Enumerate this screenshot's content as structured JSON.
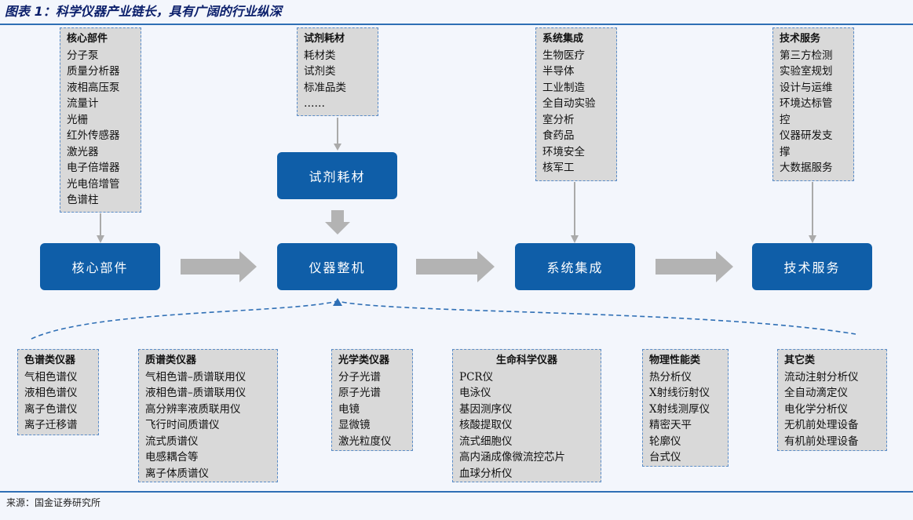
{
  "title": "图表 1：科学仪器产业链长，具有广阔的行业纵深",
  "source": "来源：国金证券研究所",
  "top_boxes": [
    {
      "header": "核心部件",
      "items": [
        "分子泵",
        "质量分析器",
        "液相高压泵",
        "流量计",
        "光栅",
        "红外传感器",
        "激光器",
        "电子倍增器",
        "光电倍增管",
        "色谱柱"
      ]
    },
    {
      "header": "试剂耗材",
      "items": [
        "耗材类",
        "试剂类",
        "标准品类",
        "……"
      ]
    },
    {
      "header": "系统集成",
      "items": [
        "生物医疗",
        "半导体",
        "工业制造",
        "全自动实验",
        "室分析",
        "食药品",
        "环境安全",
        "核军工"
      ]
    },
    {
      "header": "技术服务",
      "items": [
        "第三方检测",
        "实验室规划",
        "设计与运维",
        "环境达标管",
        "控",
        "仪器研发支",
        "撑",
        "大数据服务"
      ]
    }
  ],
  "chain": [
    "核心部件",
    "仪器整机",
    "系统集成",
    "技术服务"
  ],
  "reagent_box": "试剂耗材",
  "bottom_boxes": [
    {
      "header": "色谱类仪器",
      "items": [
        "气相色谱仪",
        "液相色谱仪",
        "离子色谱仪",
        "离子迁移谱"
      ]
    },
    {
      "header": "质谱类仪器",
      "items": [
        "气相色谱–质谱联用仪",
        "液相色谱–质谱联用仪",
        "高分辨率液质联用仪",
        "飞行时间质谱仪",
        "流式质谱仪",
        "电感耦合等",
        "离子体质谱仪"
      ]
    },
    {
      "header": "光学类仪器",
      "items": [
        "分子光谱",
        "原子光谱",
        "电镜",
        "显微镜",
        "激光粒度仪"
      ]
    },
    {
      "header": "生命科学仪器",
      "items": [
        "PCR仪",
        "电泳仪",
        "基因测序仪",
        "核酸提取仪",
        "流式细胞仪",
        "高内涵成像微流控芯片",
        "血球分析仪"
      ]
    },
    {
      "header": "物理性能类",
      "items": [
        "热分析仪",
        "X射线衍射仪",
        "X射线测厚仪",
        "精密天平",
        "轮廓仪",
        "台式仪"
      ]
    },
    {
      "header": "其它类",
      "items": [
        "流动注射分析仪",
        "全自动滴定仪",
        "电化学分析仪",
        "无机前处理设备",
        "有机前处理设备"
      ]
    }
  ],
  "colors": {
    "box_blue": "#0f5ea8",
    "gray_box": "#d9d9d9",
    "dash": "#5a8cc8",
    "arrow": "#b3b3b3",
    "title": "#0b1f6b"
  }
}
